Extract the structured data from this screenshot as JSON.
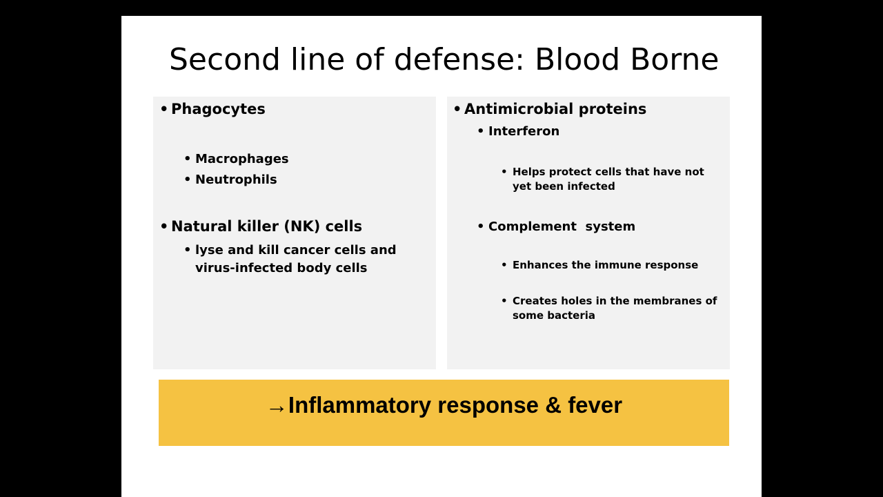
{
  "slide": {
    "title": "Second line of defense: Blood Borne",
    "left_panel": {
      "phagocytes": "Phagocytes",
      "macrophages": "Macrophages",
      "neutrophils": "Neutrophils",
      "nk_cells": "Natural killer (NK) cells",
      "nk_detail": "lyse and kill cancer cells and virus-infected body cells"
    },
    "right_panel": {
      "antimicrobial": "Antimicrobial proteins",
      "interferon": "Interferon",
      "interferon_detail": "Helps protect cells that have not yet been infected",
      "complement": "Complement  system",
      "complement_detail_1": "Enhances the immune response",
      "complement_detail_2": "Creates holes in the membranes of some bacteria"
    },
    "banner": {
      "text": "→Inflammatory response & fever",
      "color": "#f5c242"
    },
    "bullet_glyph": "•"
  }
}
